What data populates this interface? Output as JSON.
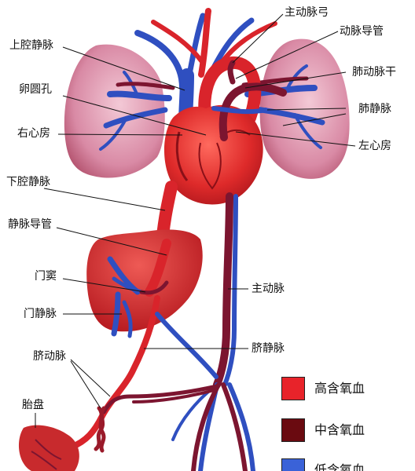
{
  "labels": {
    "aortic_arch": "主动脉弓",
    "ductus_arteriosus": "动脉导管",
    "superior_vena_cava": "上腔静脉",
    "pulmonary_trunk": "肺动脉干",
    "foramen_ovale": "卵圆孔",
    "pulmonary_veins": "肺静脉",
    "right_atrium": "右心房",
    "left_atrium": "左心房",
    "inferior_vena_cava": "下腔静脉",
    "ductus_venosus": "静脉导管",
    "portal_sinus": "门窦",
    "aorta": "主动脉",
    "portal_vein": "门静脉",
    "umbilical_vein": "脐静脉",
    "umbilical_arteries": "脐动脉",
    "placenta": "胎盘"
  },
  "legend": [
    {
      "label": "高含氧血",
      "color": "#e8232a"
    },
    {
      "label": "中含氧血",
      "color": "#6a0a10"
    },
    {
      "label": "低含氧血",
      "color": "#3a62d8"
    }
  ],
  "colors": {
    "high_oxygen": "#d9242b",
    "medium_oxygen": "#7c1530",
    "low_oxygen": "#2f4fc0",
    "lung": "#d98aa5",
    "liver": "#c9272c"
  }
}
